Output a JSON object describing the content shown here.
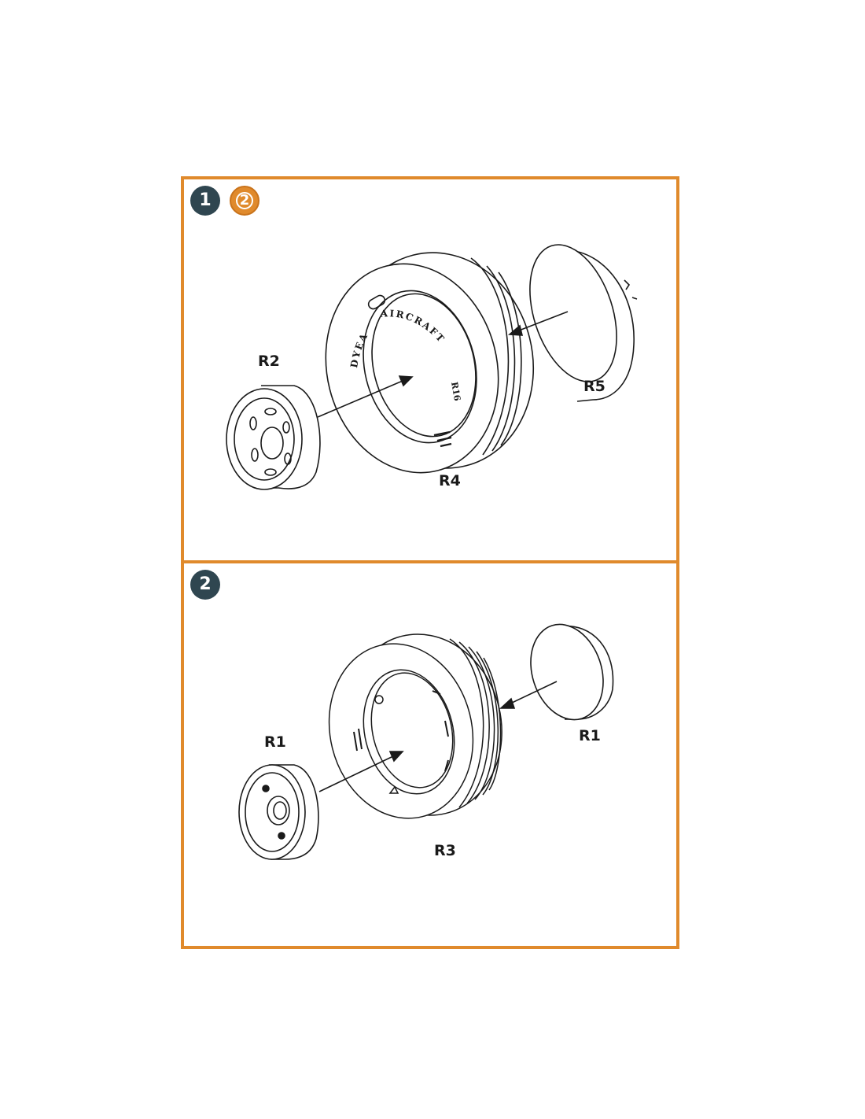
{
  "steps": [
    {
      "number": "1",
      "reference": "2",
      "labels": {
        "hub": "R2",
        "tire": "R4",
        "cap": "R5"
      },
      "tire_text": {
        "top": "AIRCRAFT",
        "right": "R16",
        "left": "DYEA"
      }
    },
    {
      "number": "2",
      "labels": {
        "hub": "R1",
        "tire": "R3",
        "cap": "R1"
      }
    }
  ],
  "colors": {
    "frame": "#e08a2c",
    "badge": "#2f4650",
    "ink": "#1a1a1a"
  }
}
